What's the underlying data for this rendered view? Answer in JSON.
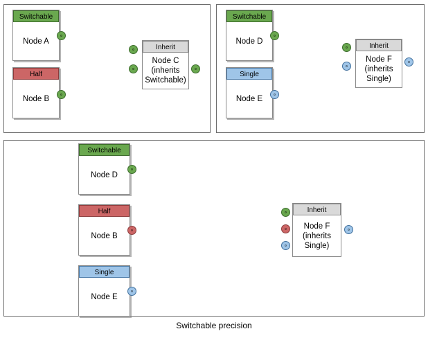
{
  "diagram": {
    "caption": "Switchable precision",
    "colors": {
      "switchable": "#6aa84f",
      "half": "#cc6666",
      "single": "#9fc5e8",
      "inherit_header": "#d9d9d9",
      "panel_border": "#6d6d6d",
      "wire": "#4d4d4d"
    },
    "panels": [
      {
        "id": "panel-top-left",
        "nodes": [
          {
            "id": "node-a",
            "header": "Switchable",
            "type": "switchable",
            "label": "Node A"
          },
          {
            "id": "node-b-left",
            "header": "Half",
            "type": "half",
            "label": "Node B"
          },
          {
            "id": "node-c",
            "header": "Inherit",
            "type": "inherit",
            "label": "Node C\n(inherits\nSwitchable)"
          }
        ],
        "edges": [
          {
            "from": "node-a",
            "to": "node-c",
            "port_color": "switchable"
          },
          {
            "from": "node-b-left",
            "to": "node-c",
            "port_color": "switchable"
          },
          {
            "from": "node-c",
            "to": "output",
            "port_color": "switchable"
          }
        ]
      },
      {
        "id": "panel-top-right",
        "nodes": [
          {
            "id": "node-d-top",
            "header": "Switchable",
            "type": "switchable",
            "label": "Node D"
          },
          {
            "id": "node-e-top",
            "header": "Single",
            "type": "single",
            "label": "Node E"
          },
          {
            "id": "node-f-top",
            "header": "Inherit",
            "type": "inherit",
            "label": "Node F\n(inherits\nSingle)"
          }
        ],
        "edges": [
          {
            "from": "node-d-top",
            "to": "node-f-top",
            "port_color": "switchable"
          },
          {
            "from": "node-e-top",
            "to": "node-f-top",
            "port_color": "single"
          },
          {
            "from": "node-f-top",
            "to": "output",
            "port_color": "single"
          }
        ]
      },
      {
        "id": "panel-bottom",
        "nodes": [
          {
            "id": "node-d-bottom",
            "header": "Switchable",
            "type": "switchable",
            "label": "Node D"
          },
          {
            "id": "node-b-bottom",
            "header": "Half",
            "type": "half",
            "label": "Node B"
          },
          {
            "id": "node-e-bottom",
            "header": "Single",
            "type": "single",
            "label": "Node E"
          },
          {
            "id": "node-f-bottom",
            "header": "Inherit",
            "type": "inherit",
            "label": "Node F\n(inherits\nSingle)"
          }
        ],
        "edges": [
          {
            "from": "node-d-bottom",
            "to": "node-f-bottom",
            "port_color": "switchable"
          },
          {
            "from": "node-b-bottom",
            "to": "node-f-bottom",
            "port_color": "half"
          },
          {
            "from": "node-e-bottom",
            "to": "node-f-bottom",
            "port_color": "single"
          }
        ]
      }
    ],
    "labels": {
      "switchable": "Switchable",
      "half": "Half",
      "single": "Single",
      "inherit": "Inherit",
      "node_a": "Node A",
      "node_b": "Node B",
      "node_d": "Node D",
      "node_e": "Node E",
      "node_c_line1": "Node C",
      "node_c_line2": "(inherits",
      "node_c_line3": "Switchable)",
      "node_f_line1": "Node F",
      "node_f_line2": "(inherits",
      "node_f_line3": "Single)"
    }
  }
}
